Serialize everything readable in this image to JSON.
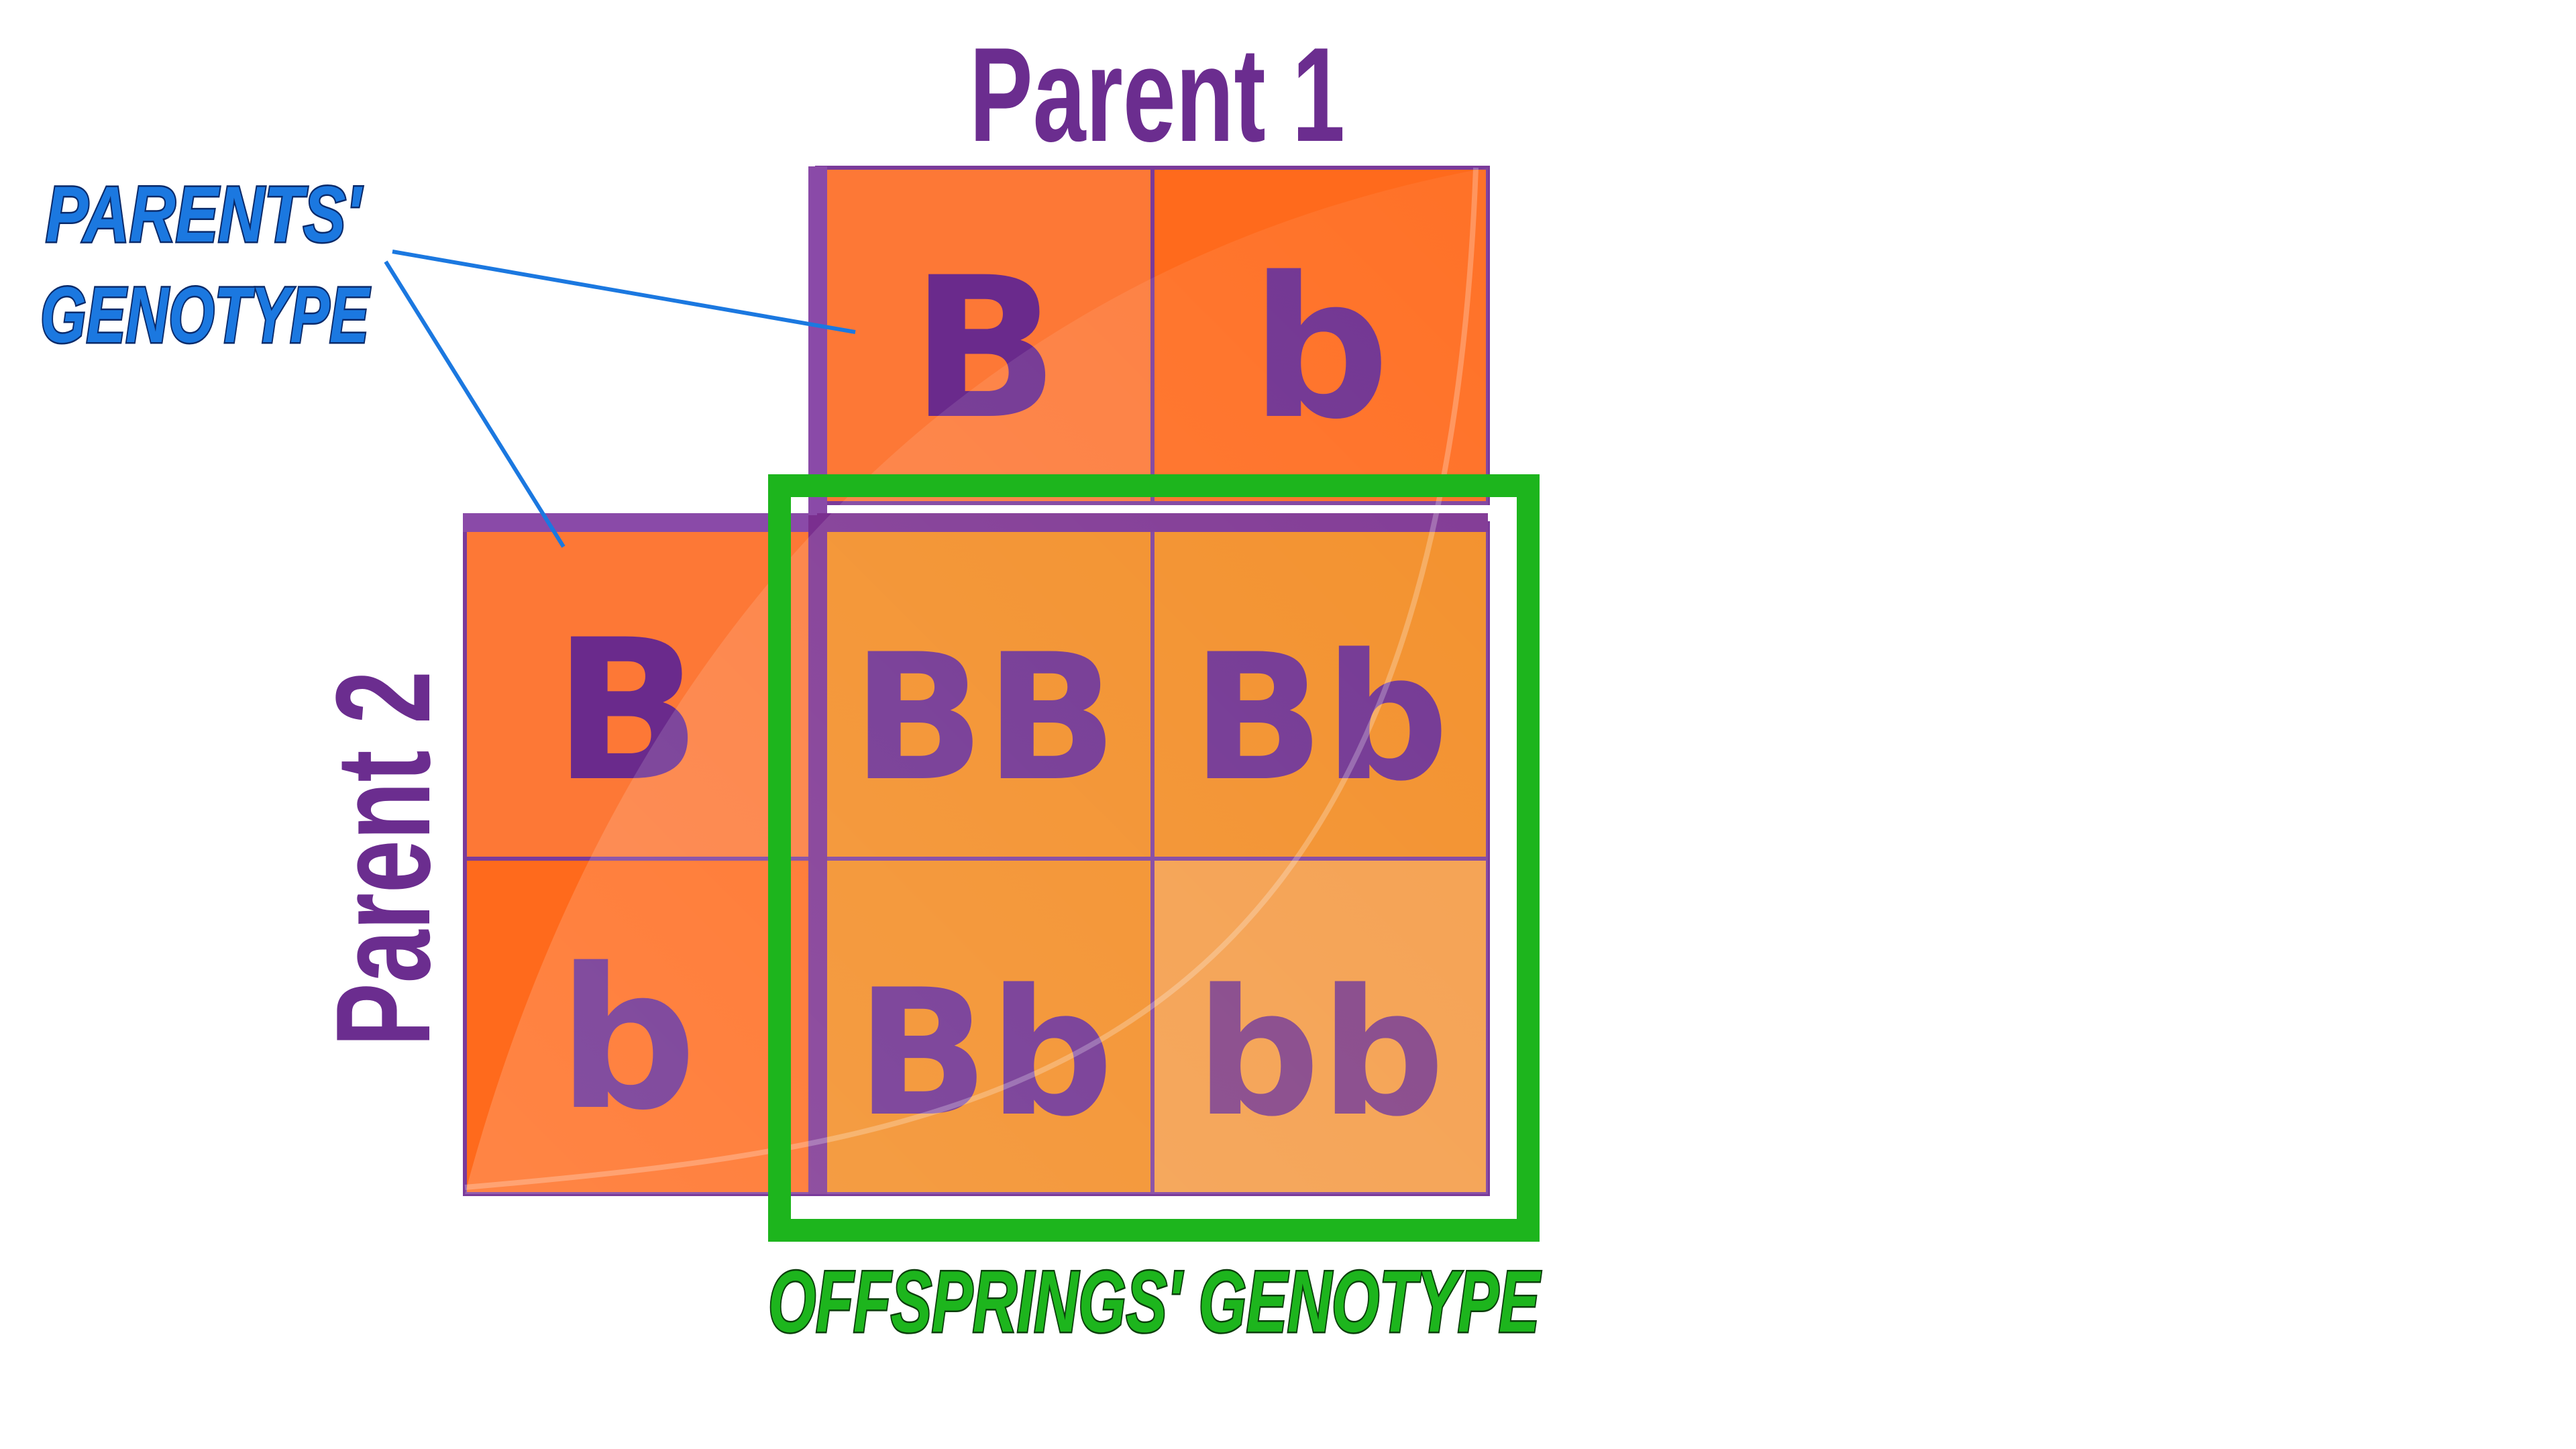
{
  "parent1": {
    "label": "Parent 1",
    "alleles": [
      "B",
      "b"
    ]
  },
  "parent2": {
    "label": "Parent 2",
    "alleles": [
      "B",
      "b"
    ]
  },
  "offspring": {
    "cells": [
      [
        "BB",
        "Bb"
      ],
      [
        "Bb",
        "bb"
      ]
    ],
    "label": "OFFSPRINGS' GENOTYPE"
  },
  "parents_callout": {
    "line1": "PARENTS'",
    "line2": "GENOTYPE"
  },
  "colors": {
    "cell_orange": "#ff6a1c",
    "offspring_orange": "#f28a20",
    "border_purple": "#7a3a9a",
    "text_purple": "#6b2d8f",
    "offspring_box_green": "#1db51d",
    "callout_blue": "#1b78e0"
  }
}
